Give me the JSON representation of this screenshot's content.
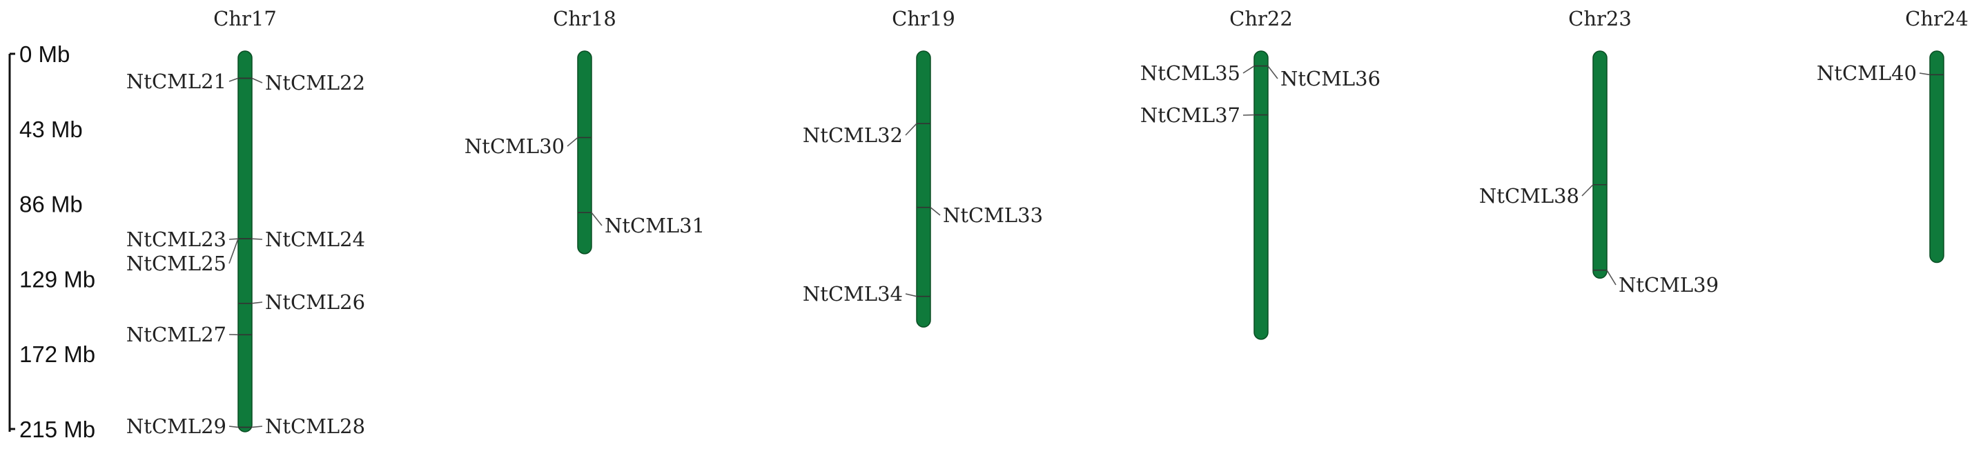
{
  "colors": {
    "chromosome": "#0f7a3b",
    "chromosome_edge": "#084d22"
  },
  "scale": {
    "unit": "Mb",
    "ticks": [
      {
        "value": 0,
        "label": "0 Mb"
      },
      {
        "value": 43,
        "label": "43 Mb"
      },
      {
        "value": 86,
        "label": "86 Mb"
      },
      {
        "value": 129,
        "label": "129 Mb"
      },
      {
        "value": 172,
        "label": "172 Mb"
      },
      {
        "value": 215,
        "label": "215 Mb"
      }
    ]
  },
  "chromosomes": [
    {
      "name": "Chr17",
      "length": 215,
      "genes": [
        {
          "name": "NtCML21",
          "position": 14,
          "side": "left"
        },
        {
          "name": "NtCML22",
          "position": 14,
          "side": "right"
        },
        {
          "name": "NtCML23",
          "position": 106,
          "side": "left"
        },
        {
          "name": "NtCML24",
          "position": 106,
          "side": "right"
        },
        {
          "name": "NtCML25",
          "position": 106,
          "side": "left"
        },
        {
          "name": "NtCML26",
          "position": 143,
          "side": "right"
        },
        {
          "name": "NtCML27",
          "position": 161,
          "side": "left"
        },
        {
          "name": "NtCML29",
          "position": 214,
          "side": "left"
        },
        {
          "name": "NtCML28",
          "position": 214,
          "side": "right"
        }
      ]
    },
    {
      "name": "Chr18",
      "length": 113,
      "genes": [
        {
          "name": "NtCML30",
          "position": 48,
          "side": "left"
        },
        {
          "name": "NtCML31",
          "position": 91,
          "side": "right"
        }
      ]
    },
    {
      "name": "Chr19",
      "length": 155,
      "genes": [
        {
          "name": "NtCML32",
          "position": 40,
          "side": "left"
        },
        {
          "name": "NtCML33",
          "position": 88,
          "side": "right"
        },
        {
          "name": "NtCML34",
          "position": 139,
          "side": "left"
        }
      ]
    },
    {
      "name": "Chr22",
      "length": 162,
      "genes": [
        {
          "name": "NtCML35",
          "position": 7,
          "side": "left"
        },
        {
          "name": "NtCML36",
          "position": 7,
          "side": "right"
        },
        {
          "name": "NtCML37",
          "position": 35,
          "side": "left"
        }
      ]
    },
    {
      "name": "Chr23",
      "length": 127,
      "genes": [
        {
          "name": "NtCML38",
          "position": 75,
          "side": "left"
        },
        {
          "name": "NtCML39",
          "position": 124,
          "side": "right"
        }
      ]
    },
    {
      "name": "Chr24",
      "length": 118,
      "genes": [
        {
          "name": "NtCML40",
          "position": 12,
          "side": "left"
        }
      ]
    }
  ]
}
